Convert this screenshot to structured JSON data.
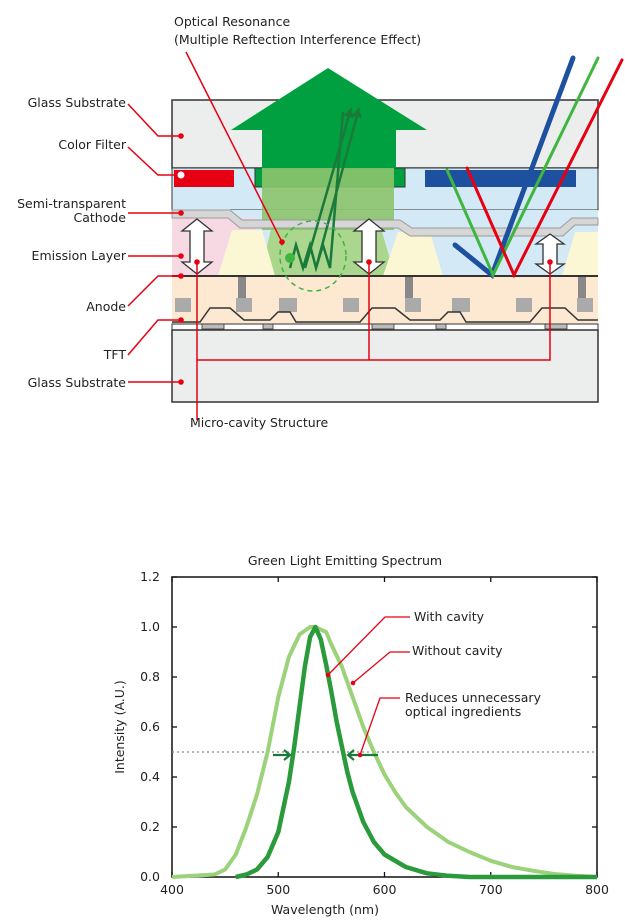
{
  "diagram": {
    "title_line1": "Optical Resonance",
    "title_line2": "(Multiple Reftection Interference Effect)",
    "labels": {
      "glass_top": "Glass Substrate",
      "color_filter": "Color Filter",
      "cathode_line1": "Semi-transparent",
      "cathode_line2": "Cathode",
      "emission": "Emission Layer",
      "anode": "Anode",
      "tft": "TFT",
      "glass_bottom": "Glass Substrate",
      "micro_cavity": "Micro-cavity Structure"
    },
    "colors": {
      "red": "#e60012",
      "green": "#00a040",
      "blue": "#1e50a0",
      "light_green": "#8cc46e",
      "leader": "#e60012"
    }
  },
  "chart_data": {
    "type": "line",
    "title": "Green Light Emitting Spectrum",
    "xlabel": "Wavelength (nm)",
    "ylabel": "Intensity (A.U.)",
    "xlim": [
      400,
      800
    ],
    "ylim": [
      0,
      1.2
    ],
    "xticks": [
      "400",
      "500",
      "600",
      "700",
      "800"
    ],
    "yticks": [
      "0.0",
      "0.2",
      "0.4",
      "0.6",
      "0.8",
      "1.0",
      "1.2"
    ],
    "reference_line": 0.5,
    "annotations": {
      "with_cavity": "With cavity",
      "without_cavity": "Without cavity",
      "reduces_line1": "Reduces unnecessary",
      "reduces_line2": "optical ingredients"
    },
    "series": [
      {
        "name": "Without cavity",
        "color": "#9bd27a",
        "x": [
          400,
          440,
          450,
          460,
          470,
          480,
          490,
          500,
          510,
          520,
          530,
          535,
          545,
          550,
          560,
          570,
          580,
          590,
          600,
          610,
          620,
          640,
          660,
          680,
          700,
          720,
          740,
          760,
          780,
          800
        ],
        "y": [
          0.0,
          0.01,
          0.03,
          0.09,
          0.2,
          0.33,
          0.5,
          0.72,
          0.88,
          0.97,
          1.0,
          1.0,
          0.98,
          0.93,
          0.84,
          0.72,
          0.6,
          0.5,
          0.41,
          0.34,
          0.28,
          0.2,
          0.14,
          0.1,
          0.065,
          0.04,
          0.025,
          0.012,
          0.005,
          0.0
        ]
      },
      {
        "name": "With cavity",
        "color": "#2a9a3a",
        "x": [
          460,
          470,
          480,
          490,
          500,
          510,
          515,
          520,
          525,
          530,
          535,
          540,
          545,
          550,
          555,
          560,
          565,
          570,
          580,
          590,
          600,
          620,
          640,
          660,
          680,
          700,
          800
        ],
        "y": [
          0.0,
          0.01,
          0.03,
          0.08,
          0.18,
          0.38,
          0.52,
          0.68,
          0.84,
          0.96,
          1.0,
          0.95,
          0.85,
          0.74,
          0.62,
          0.52,
          0.42,
          0.34,
          0.22,
          0.14,
          0.09,
          0.04,
          0.015,
          0.005,
          0.0,
          0.0,
          0.0
        ]
      }
    ]
  }
}
